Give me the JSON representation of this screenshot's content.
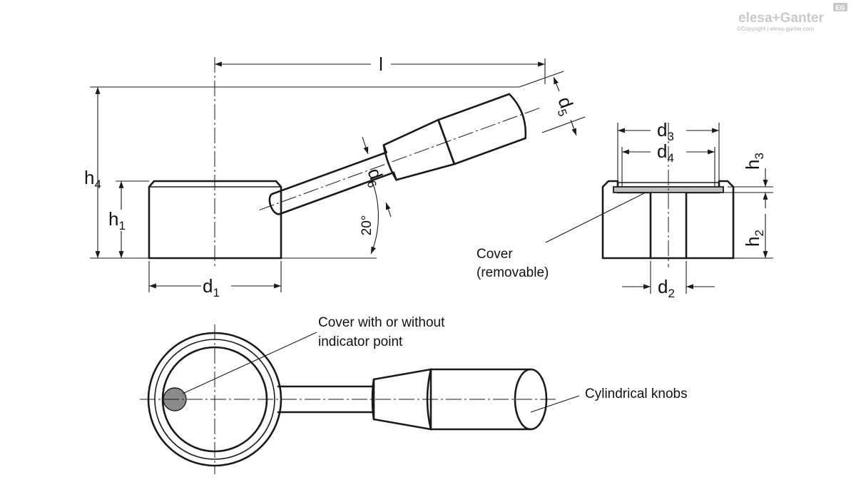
{
  "brand": {
    "name": "elesa+Ganter",
    "badge": "EG",
    "copyright": "©Copyright | elesa-ganter.com"
  },
  "dimensions": {
    "l": "l",
    "d1": {
      "base": "d",
      "sub": "1"
    },
    "d2": {
      "base": "d",
      "sub": "2"
    },
    "d3": {
      "base": "d",
      "sub": "3"
    },
    "d4": {
      "base": "d",
      "sub": "4"
    },
    "d5": {
      "base": "d",
      "sub": "5"
    },
    "d6": {
      "base": "d",
      "sub": "6"
    },
    "h1": {
      "base": "h",
      "sub": "1"
    },
    "h2": {
      "base": "h",
      "sub": "2"
    },
    "h3": {
      "base": "h",
      "sub": "3"
    },
    "h4": {
      "base": "h",
      "sub": "4"
    },
    "angle": "20°"
  },
  "callouts": {
    "cover_line1": "Cover",
    "cover_line2": "(removable)",
    "indicator_line1": "Cover with or without",
    "indicator_line2": "indicator point",
    "knobs": "Cylindrical knobs"
  },
  "colors": {
    "line": "#1a1a1a",
    "indicator_point": "#8a8a8a",
    "brand": "#c9c9c9"
  }
}
